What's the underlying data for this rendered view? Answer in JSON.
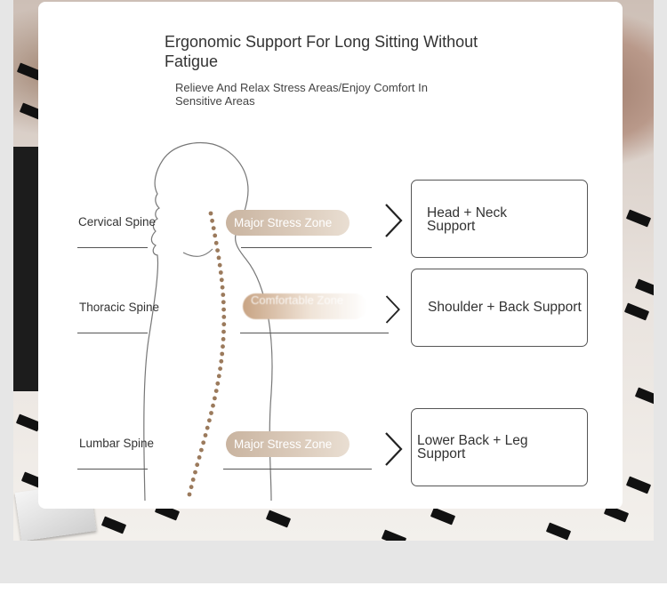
{
  "header": {
    "title": "Ergonomic Support For Long Sitting Without Fatigue",
    "subtitle": "Relieve And Relax Stress Areas/Enjoy Comfort In Sensitive Areas"
  },
  "spine": {
    "cervical": {
      "label": "Cervical Spine",
      "zone": "Major Stress Zone",
      "support": "Head + Neck Support"
    },
    "thoracic": {
      "label": "Thoracic Spine",
      "zone": "Comfortable Zone",
      "support": "Shoulder + Back Support"
    },
    "lumbar": {
      "label": "Lumbar Spine",
      "zone": "Major Stress Zone",
      "support": "Lower Back + Leg Support"
    }
  },
  "colors": {
    "zone_pill": "#c9b4a0",
    "spine_dots": "#9b7a5c",
    "outline": "#555555"
  },
  "icons": {
    "arrow": "chevron-right-icon",
    "figure": "human-silhouette-icon"
  }
}
